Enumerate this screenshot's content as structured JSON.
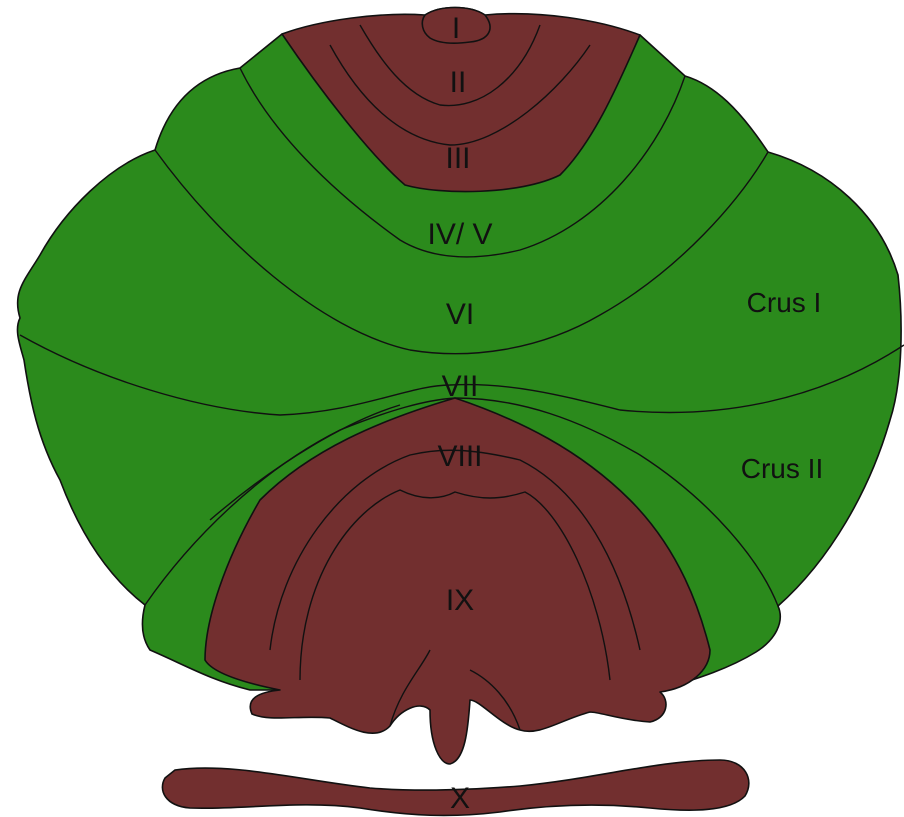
{
  "colors": {
    "hemisphere": "#2b8a1c",
    "vermis": "#722f2f",
    "outline": "#111111",
    "background": "#ffffff"
  },
  "labels": {
    "lobule_i": "I",
    "lobule_ii": "II",
    "lobule_iii": "III",
    "lobule_iv_v": "IV/ V",
    "lobule_vi": "VI",
    "lobule_vii": "VII",
    "lobule_viii": "VIII",
    "lobule_ix": "IX",
    "lobule_x": "X",
    "crus_i": "Crus I",
    "crus_ii": "Crus II"
  }
}
